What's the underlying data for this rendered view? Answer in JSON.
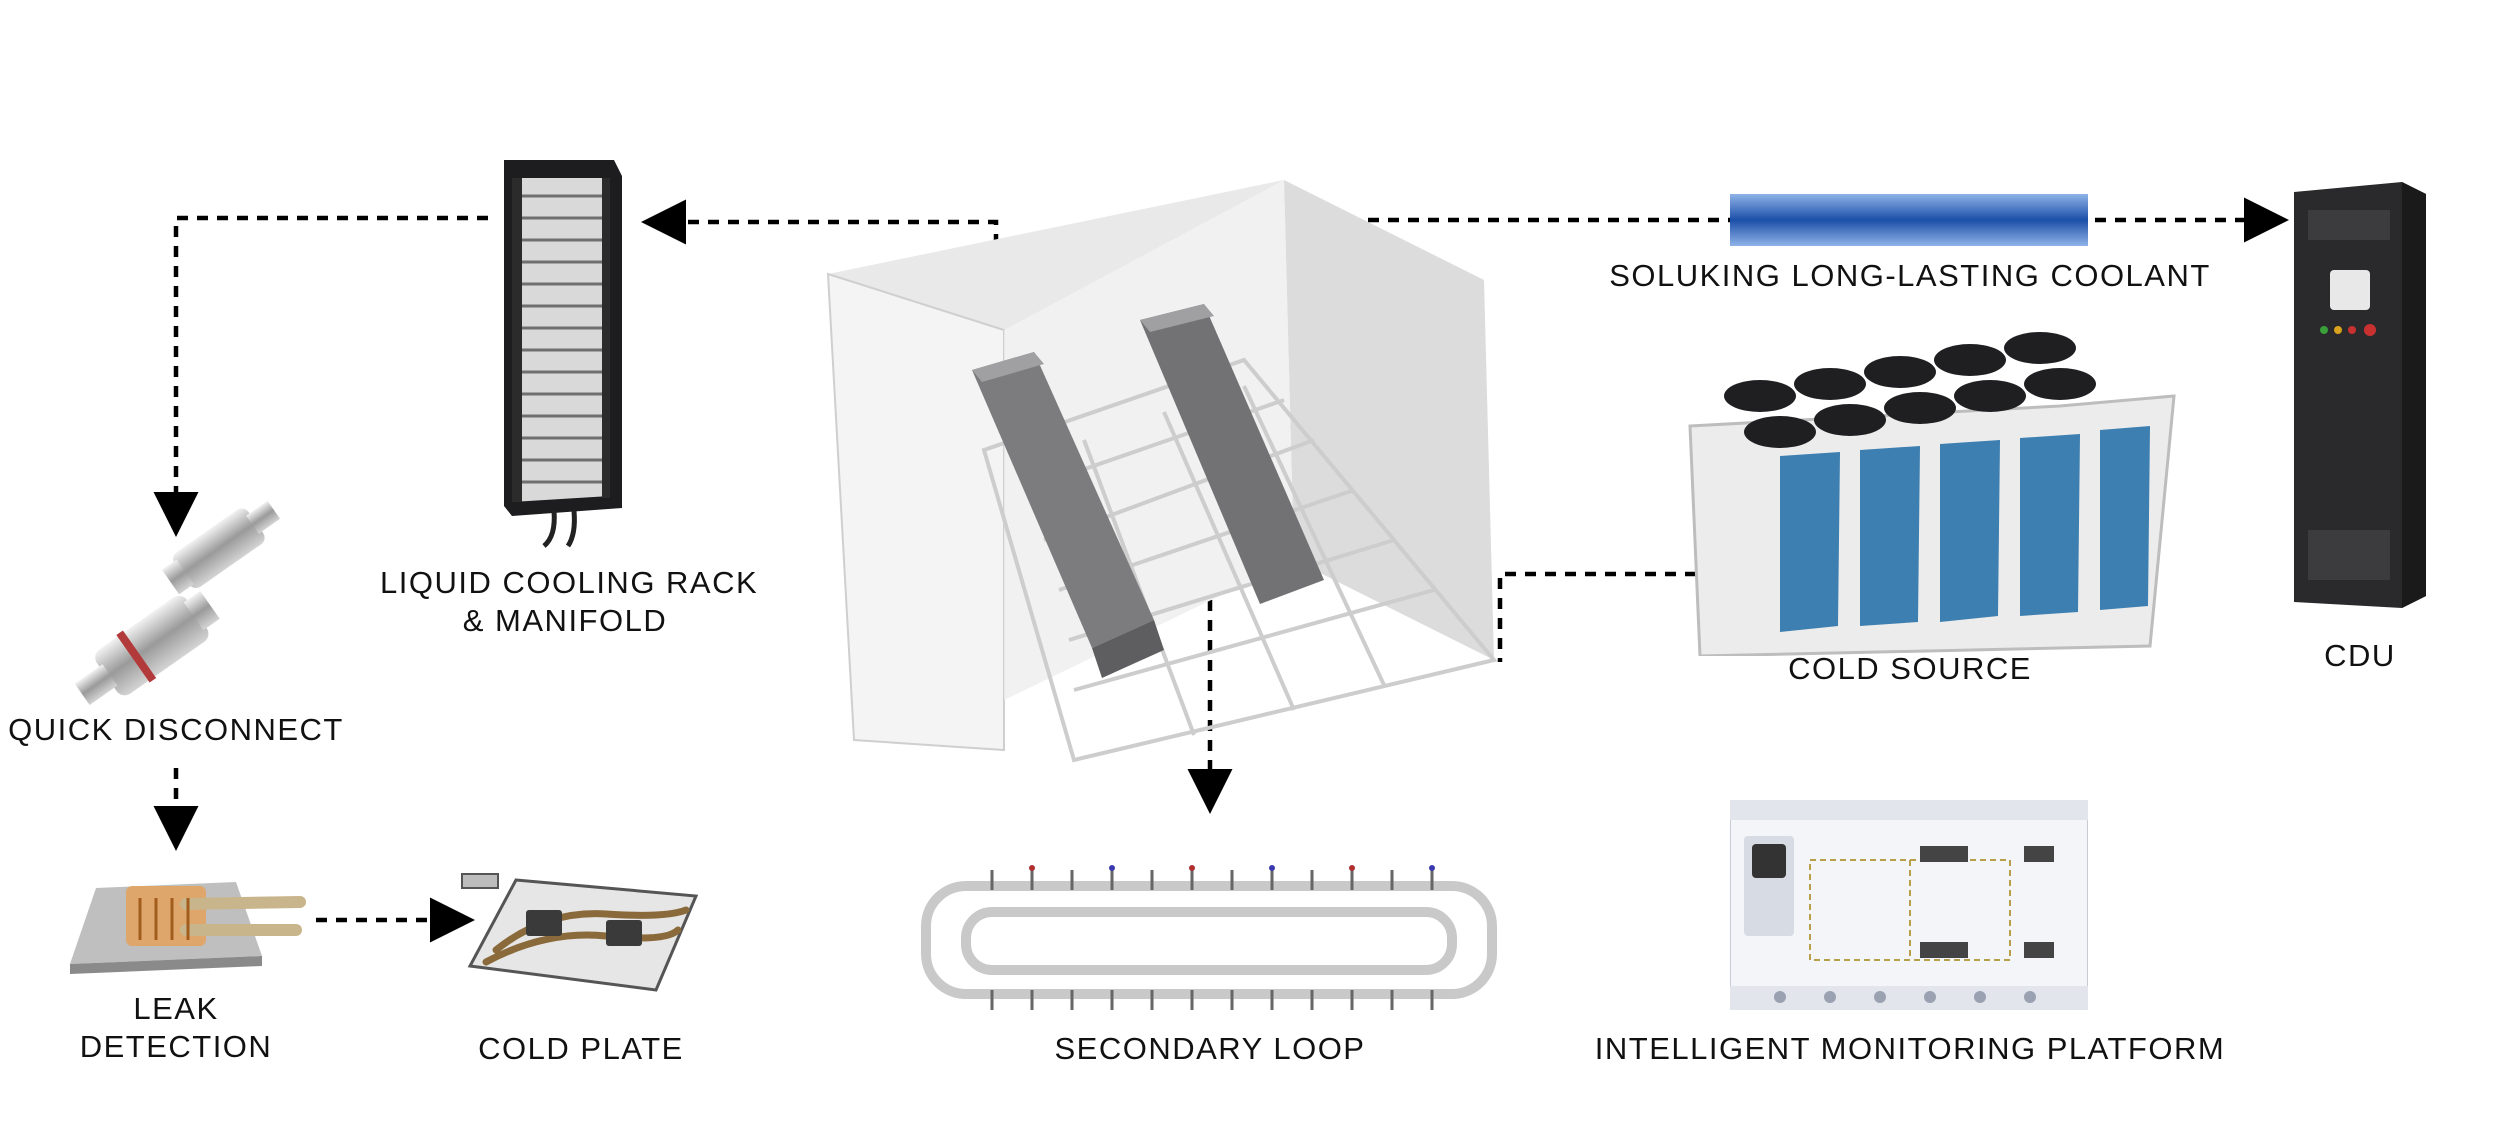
{
  "labels": {
    "quick_disconnect": "QUICK DISCONNECT",
    "liquid_cooling_rack_line1": "LIQUID COOLING RACK",
    "liquid_cooling_rack_line2": "& MANIFOLD",
    "leak_detection_line1": "LEAK",
    "leak_detection_line2": "DETECTION",
    "cold_plate": "COLD PLATE",
    "secondary_loop": "SECONDARY LOOP",
    "coolant": "SOLUKING LONG-LASTING COOLANT",
    "cold_source": "COLD SOURCE",
    "cdu": "CDU",
    "monitoring_platform": "INTELLIGENT MONITORING PLATFORM"
  },
  "colors": {
    "coolant_bar_center": "#1c4fa8",
    "coolant_bar_edge": "#8fb3e8",
    "rack_dark": "#1d1d1f",
    "fin_blue": "#3d7fb0",
    "cabinet_gray": "#6a6a6c"
  },
  "icons": [
    "rack-icon",
    "quick-disconnect-icon",
    "leak-sensor-icon",
    "cold-plate-icon",
    "data-center-room-icon",
    "secondary-loop-icon",
    "coolant-bar-icon",
    "cooling-tower-icon",
    "cdu-cabinet-icon",
    "monitoring-screen-icon"
  ]
}
